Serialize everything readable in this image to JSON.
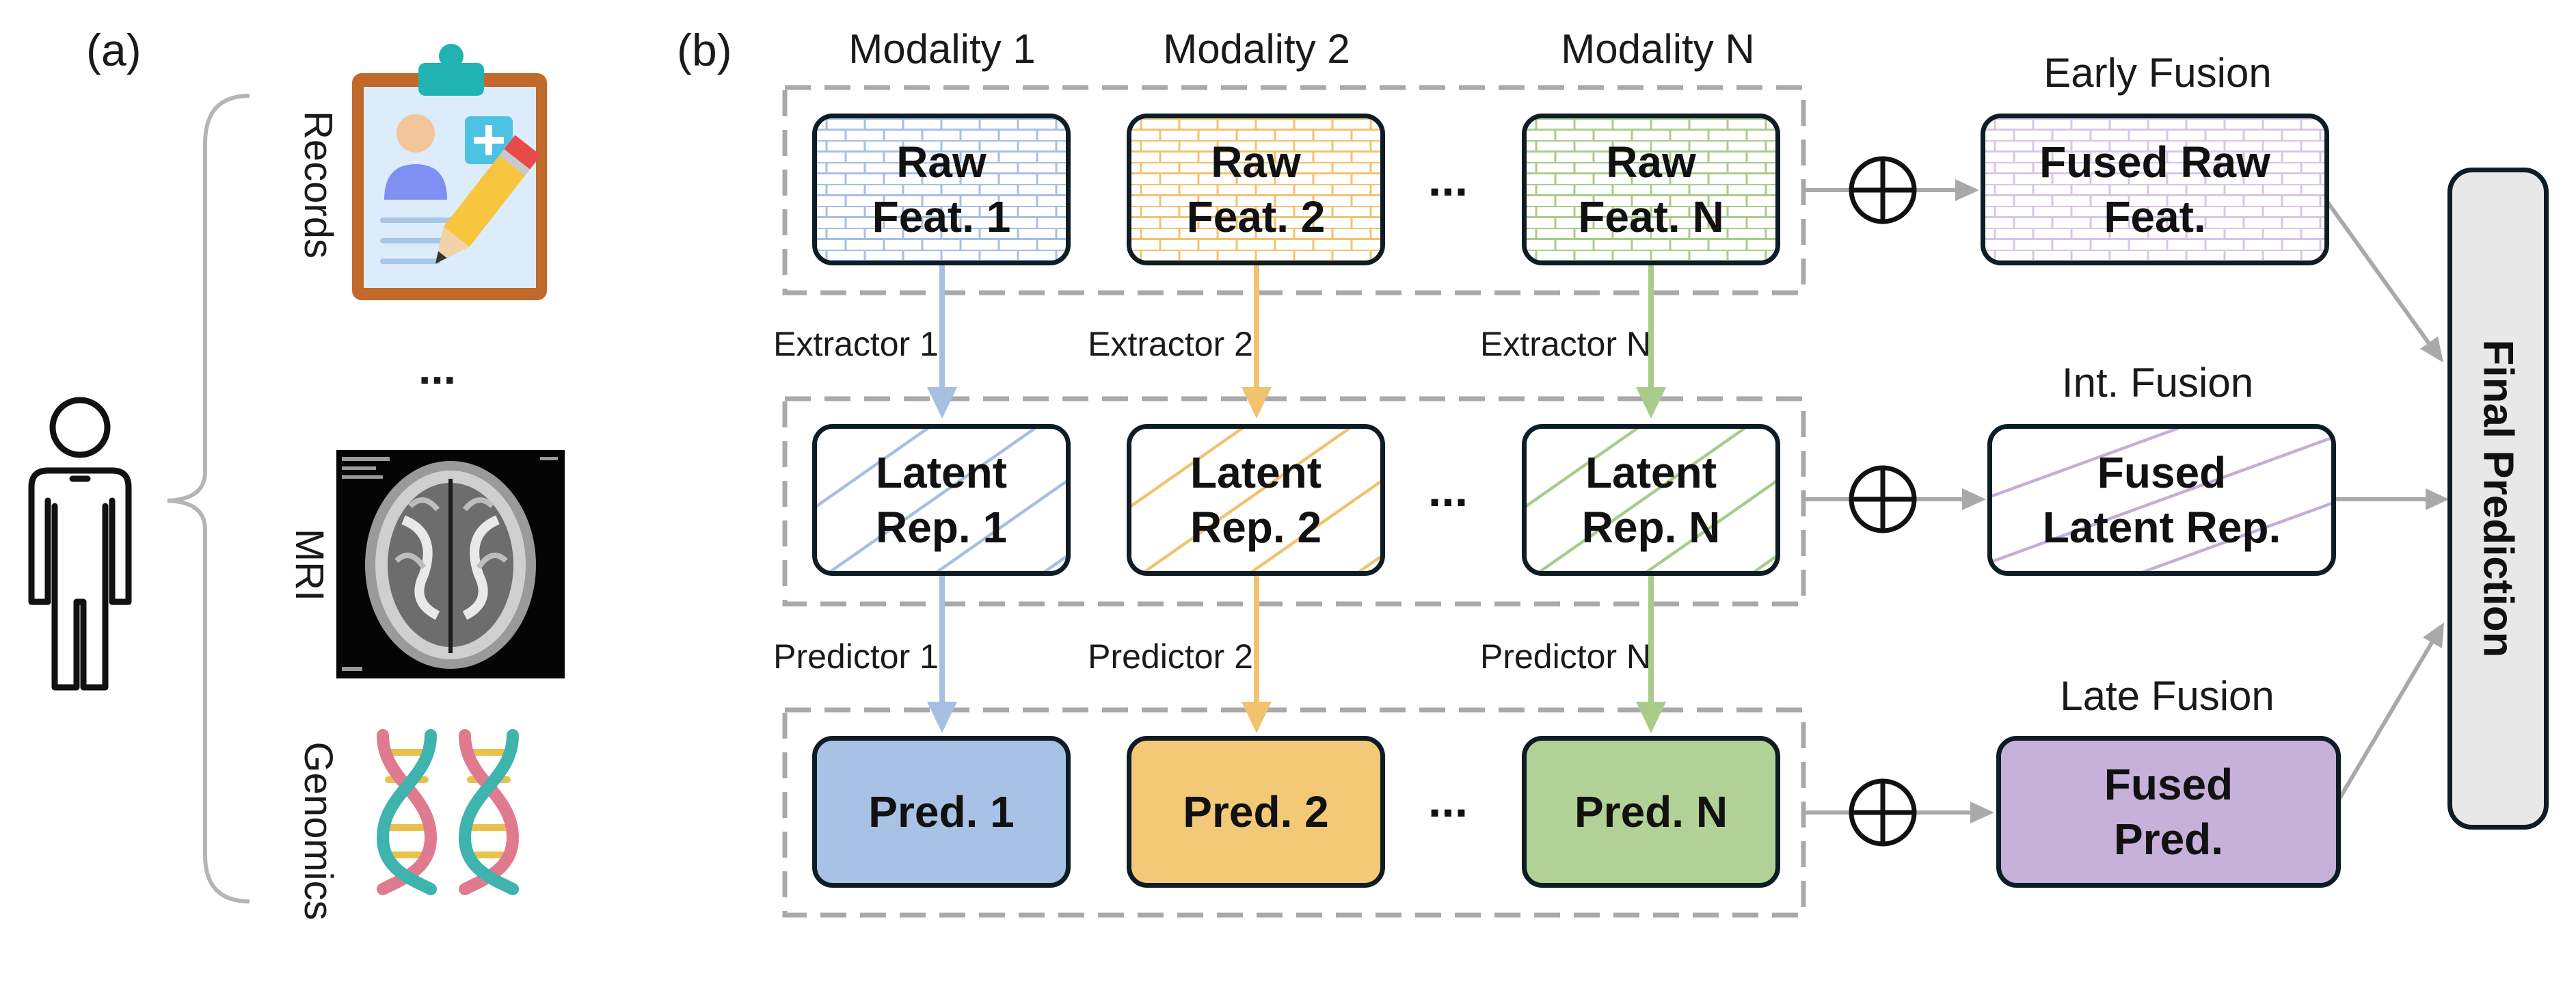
{
  "panel_labels": {
    "a": "(a)",
    "b": "(b)"
  },
  "modalities_panel": {
    "records_label": "Records",
    "ellipsis": "...",
    "mri_label": "MRI",
    "genomics_label": "Genomics"
  },
  "columns": {
    "m1_header": "Modality 1",
    "m2_header": "Modality 2",
    "mn_header": "Modality N"
  },
  "rows": {
    "raw": [
      "Raw\nFeat. 1",
      "Raw\nFeat. 2",
      "Raw\nFeat. N"
    ],
    "latent": [
      "Latent\nRep. 1",
      "Latent\nRep. 2",
      "Latent\nRep. N"
    ],
    "pred": [
      "Pred. 1",
      "Pred. 2",
      "Pred. N"
    ]
  },
  "extractors": [
    "Extractor 1",
    "Extractor 2",
    "Extractor N"
  ],
  "predictors": [
    "Predictor 1",
    "Predictor 2",
    "Predictor N"
  ],
  "ellipsis": "...",
  "fusion": {
    "early_label": "Early Fusion",
    "early_box": "Fused Raw\nFeat.",
    "int_label": "Int. Fusion",
    "int_box": "Fused\nLatent Rep.",
    "late_label": "Late Fusion",
    "late_box": "Fused\nPred."
  },
  "final_prediction": "Final Prediction",
  "colors": {
    "blue_fill": "#a8c2e5",
    "blue_line": "#a6bfe3",
    "orange_fill": "#f3c978",
    "orange_line": "#f1c36f",
    "green_fill": "#b2d196",
    "green_line": "#a9cc8b",
    "purple_fill": "#c7b0d9",
    "purple_line": "#c5aed7",
    "box_border": "#0e1c25",
    "dash_gray": "#a9a9a9",
    "arrow_gray": "#a9a9a9"
  },
  "icons": [
    "person-outline-icon",
    "clipboard-icon",
    "mri-scan-icon",
    "dna-icon",
    "oplus-icon"
  ]
}
